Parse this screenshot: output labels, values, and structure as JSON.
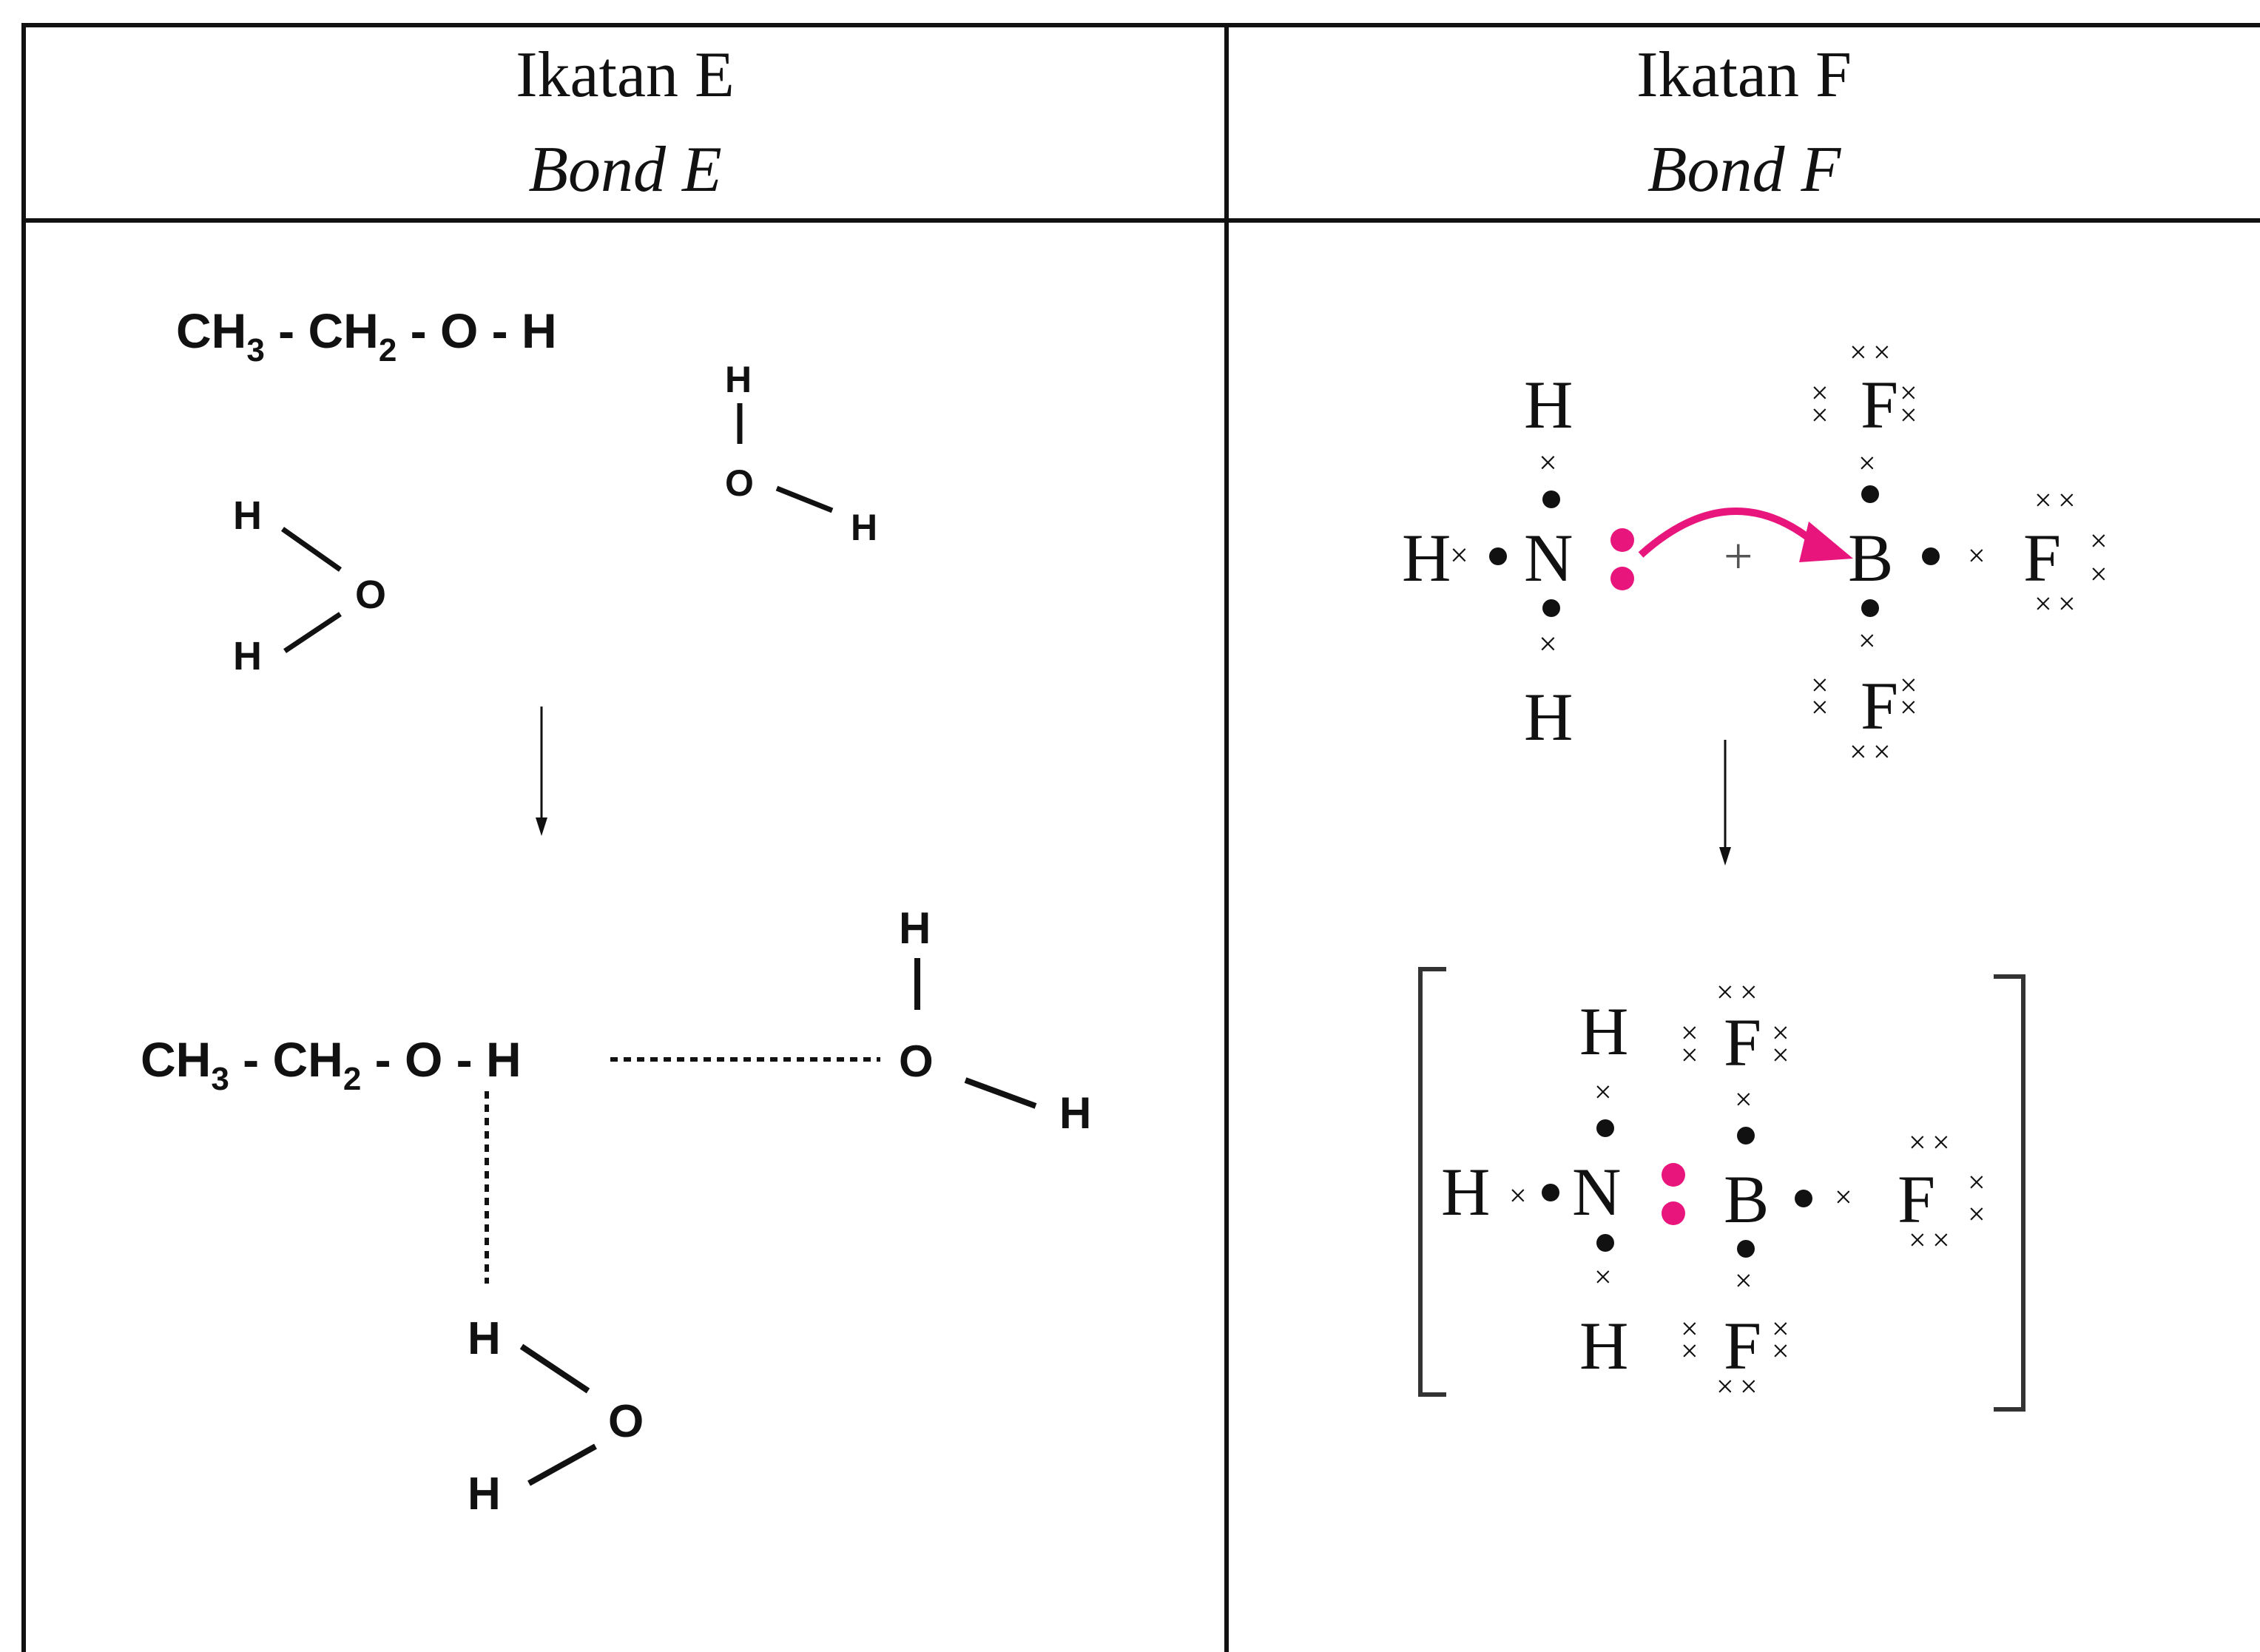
{
  "table": {
    "columns": [
      {
        "heading_ms": "Ikatan E",
        "heading_en": "Bond E"
      },
      {
        "heading_ms": "Ikatan F",
        "heading_en": "Bond F"
      }
    ]
  },
  "bond_e": {
    "ethanol": {
      "ch3": "CH",
      "sub3": "3",
      "dash": "-",
      "ch2": "CH",
      "sub2": "2",
      "o": "O",
      "h": "H"
    },
    "water_atoms": {
      "h": "H",
      "o": "O"
    }
  },
  "bond_f": {
    "atoms": {
      "h": "H",
      "n": "N",
      "b": "B",
      "f": "F"
    },
    "plus": "+",
    "electron_x": "×",
    "colors": {
      "lone_pair": "#e8157d",
      "arrow": "#e8157d",
      "ink": "#111111"
    }
  }
}
